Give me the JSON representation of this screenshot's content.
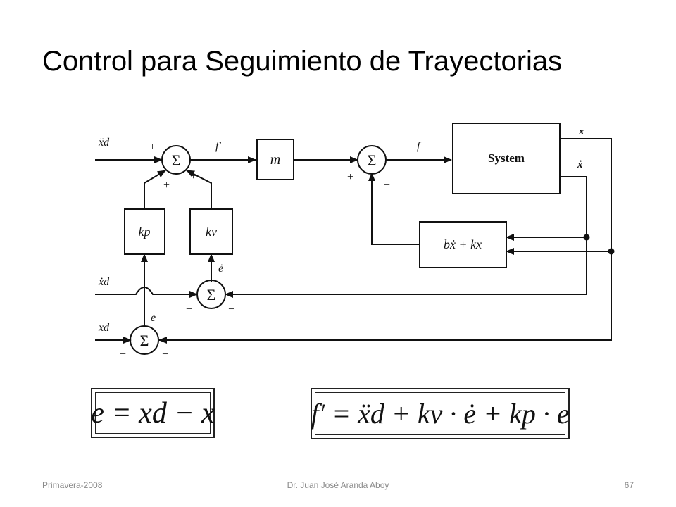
{
  "slide": {
    "title": "Control para Seguimiento de Trayectorias"
  },
  "diagram": {
    "blocks": {
      "gain_m": "m",
      "system": "System",
      "kp": "kp",
      "kv": "kv",
      "feedback": "bẋ + kx"
    },
    "summer_symbol": "Σ",
    "signals": {
      "xdd": "ẍd",
      "xd_dot": "ẋd",
      "xd": "xd",
      "f_prime": "f′",
      "f": "f",
      "x": "x",
      "x_dot": "ẋ",
      "e": "e",
      "e_dot": "ė"
    },
    "plus": "+",
    "minus": "−"
  },
  "equations": {
    "error": "e = xd − x",
    "control": "f′ = ẍd + kv · ė + kp · e"
  },
  "footer": {
    "left": "Primavera-2008",
    "center": "Dr. Juan José Aranda Aboy",
    "right": "67"
  },
  "colors": {
    "line": "#111111",
    "footer_text": "#8a8a8a"
  }
}
